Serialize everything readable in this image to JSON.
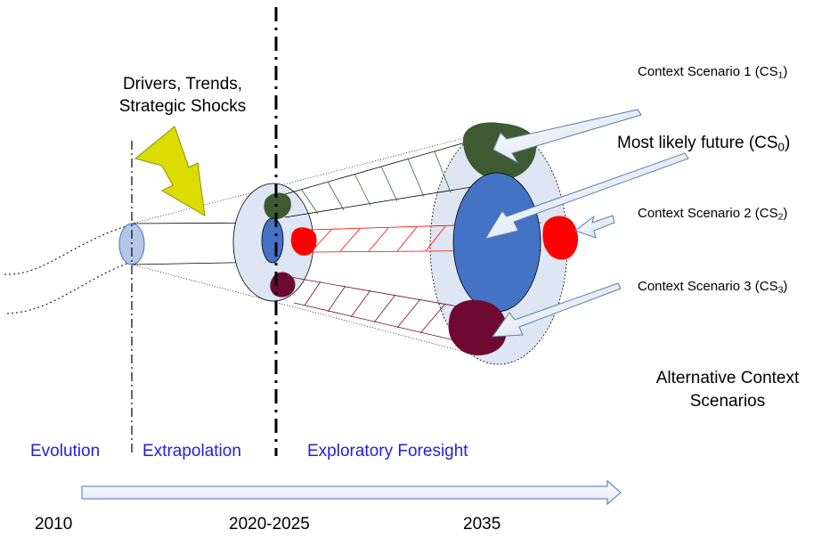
{
  "title_driver": {
    "line1": "Drivers, Trends,",
    "line2": "Strategic Shocks"
  },
  "scenarios": {
    "cs1": {
      "text": "Context Scenario 1 (CS",
      "sub": "1",
      "close": ")"
    },
    "cs0": {
      "text": "Most likely future (CS",
      "sub": "0",
      "close": ")"
    },
    "cs2": {
      "text": "Context Scenario 2 (CS",
      "sub": "2",
      "close": ")"
    },
    "cs3": {
      "text": "Context Scenario 3 (CS",
      "sub": "3",
      "close": ")"
    }
  },
  "alternative": {
    "line1": "Alternative Context",
    "line2": "Scenarios"
  },
  "phases": {
    "evolution": "Evolution",
    "extrapolation": "Extrapolation",
    "exploratory": "Exploratory Foresight"
  },
  "years": {
    "y2010": "2010",
    "y2020": "2020-2025",
    "y2035": "2035"
  },
  "colors": {
    "phase_text": "#2222e0",
    "most_likely": "#4472c4",
    "cs1_green": "#3d5a32",
    "cs2_red": "#ff0000",
    "cs3_maroon": "#6e0a32",
    "cone_fill": "#dde6f2",
    "arrow_yellow": "#dcdc00",
    "time_arrow_fill": "#edf2f9"
  }
}
